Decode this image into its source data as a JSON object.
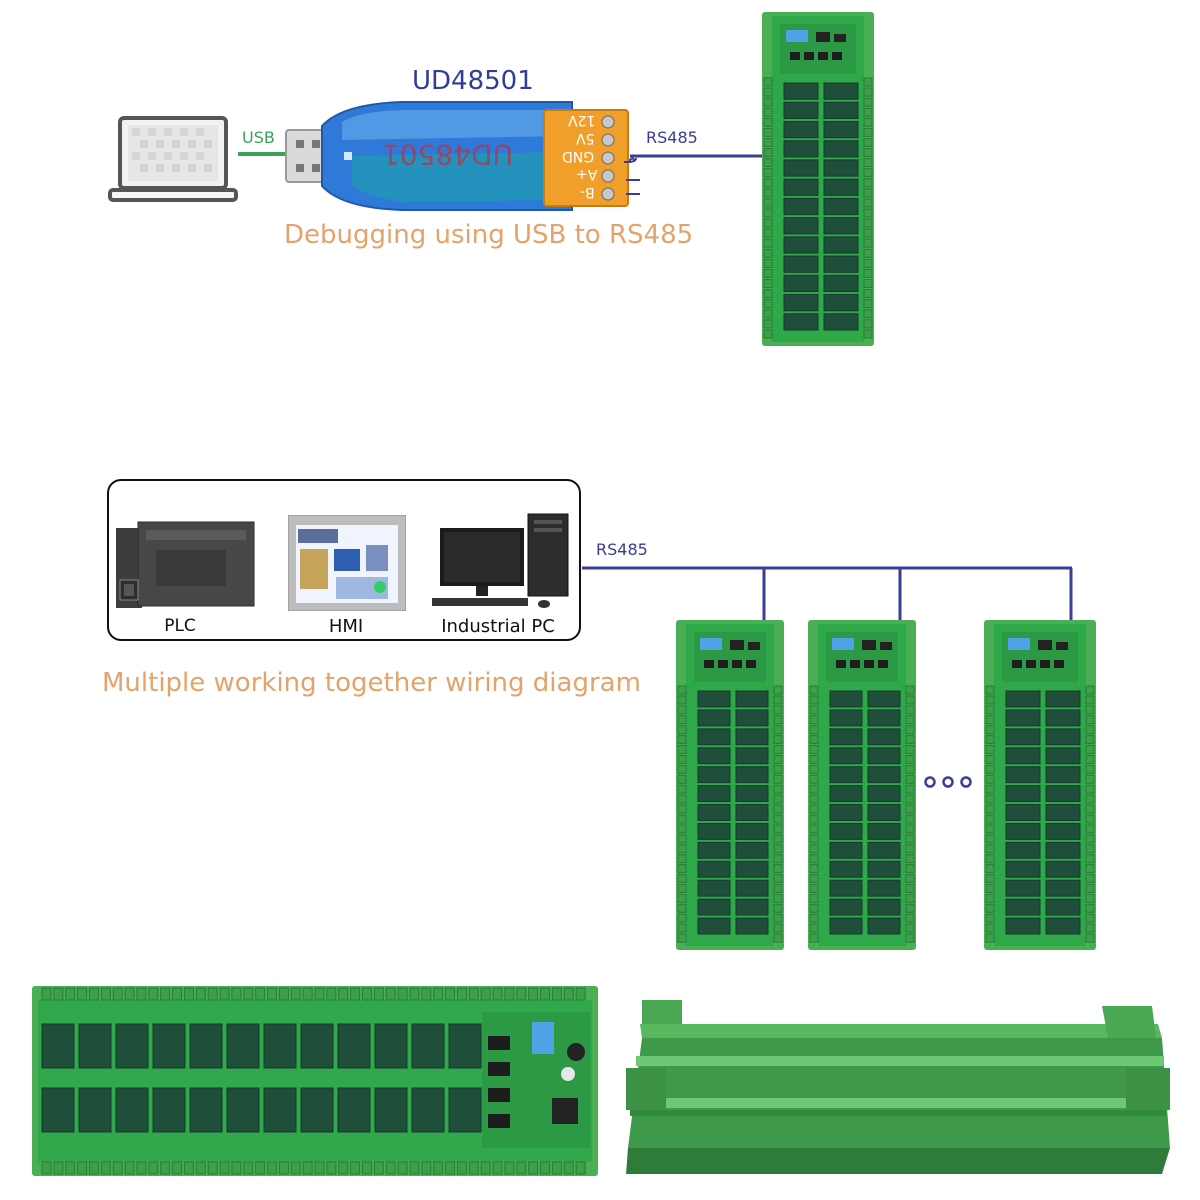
{
  "top": {
    "adapter_title": "UD48501",
    "adapter_body_text": "UD48501",
    "usb_label": "USB",
    "rs485_label": "RS485",
    "terminals": [
      "12V",
      "5V",
      "GND",
      "A+",
      "B-"
    ],
    "caption": "Debugging using USB to RS485"
  },
  "middle": {
    "devices": [
      {
        "label": "PLC",
        "icon": "plc-icon"
      },
      {
        "label": "HMI",
        "icon": "hmi-icon"
      },
      {
        "label": "Industrial PC",
        "icon": "industrial-pc-icon"
      }
    ],
    "rs485_label": "RS485",
    "caption": "Multiple working together wiring diagram",
    "ellipsis": "ooo"
  },
  "colors": {
    "board_green": "#39b54a",
    "rail_green": "#4caf50",
    "wire_blue": "#3a3d9a",
    "usb_wire_green": "#3aa35a",
    "caption_orange": "#e3a36a",
    "adapter_blue": "#2b6fd6",
    "terminal_orange": "#f0a02a"
  }
}
